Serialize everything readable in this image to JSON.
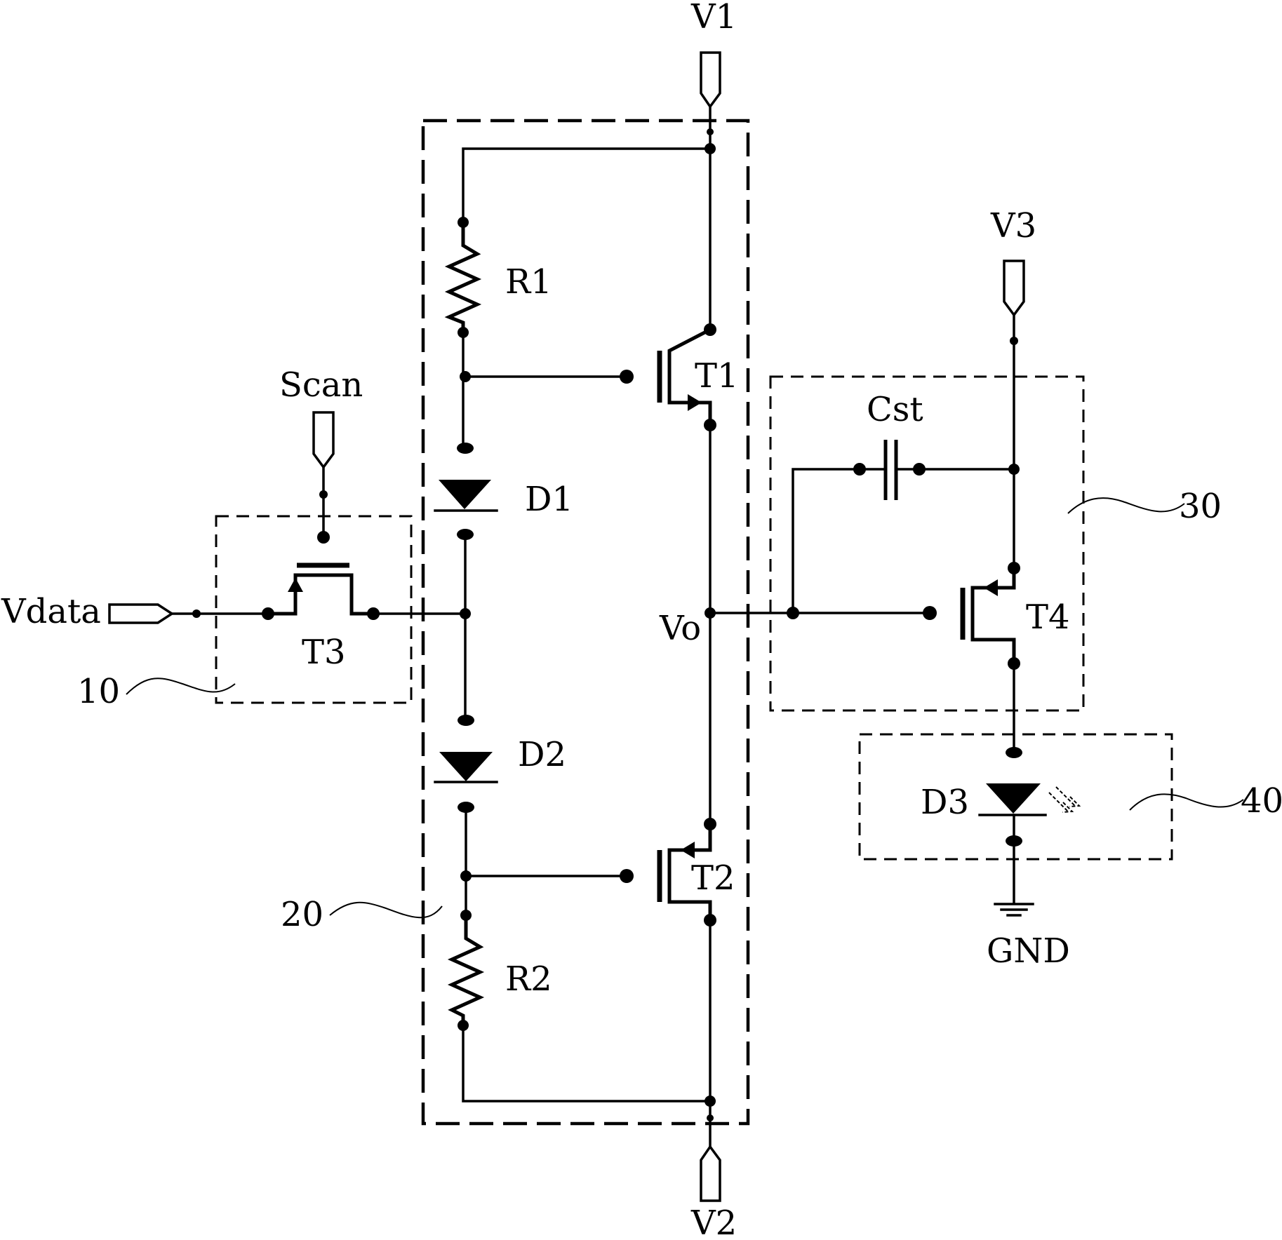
{
  "terminals": {
    "v1": "V1",
    "v2": "V2",
    "v3": "V3",
    "scan": "Scan",
    "vdata": "Vdata",
    "gnd": "GND",
    "vo": "Vo"
  },
  "components": {
    "r1": "R1",
    "r2": "R2",
    "d1": "D1",
    "d2": "D2",
    "d3": "D3",
    "t1": "T1",
    "t2": "T2",
    "t3": "T3",
    "t4": "T4",
    "cst": "Cst"
  },
  "modules": {
    "m10": "10",
    "m20": "20",
    "m30": "30",
    "m40": "40"
  }
}
